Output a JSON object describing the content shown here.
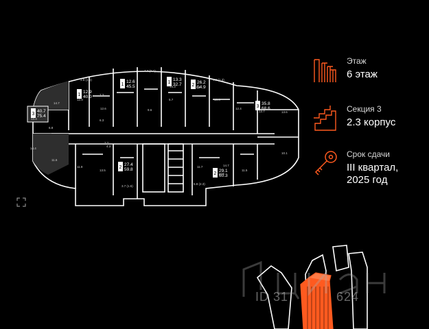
{
  "accent_color": "#ff5a1f",
  "info": {
    "floor": {
      "icon": "floor-icon",
      "label": "Этаж",
      "value": "6 этаж"
    },
    "section": {
      "icon": "section-icon",
      "label": "Секция 3",
      "value": "2.3 корпус"
    },
    "deadline": {
      "icon": "key-icon",
      "label": "Срок сдачи",
      "value_line1": "III квартал,",
      "value_line2": "2025 год"
    }
  },
  "plan": {
    "apartments": [
      {
        "rooms": "1",
        "living": "12.6",
        "total": "45.5"
      },
      {
        "rooms": "1",
        "living": "13.3",
        "total": "32.7"
      },
      {
        "rooms": "2",
        "living": "26.2",
        "total": "54.9"
      },
      {
        "rooms": "1",
        "living": "12.9",
        "total": "40.0"
      },
      {
        "rooms": "3",
        "living": "35.8",
        "total": "68.6"
      },
      {
        "rooms": "3",
        "living": "40.7",
        "total": "75.4"
      },
      {
        "rooms": "2",
        "living": "27.4",
        "total": "59.8"
      },
      {
        "rooms": "2",
        "living": "29.1",
        "total": "60.3"
      }
    ],
    "room_labels": [
      "14.7",
      "13.4",
      "6.8",
      "14.4",
      "11.6",
      "12.9",
      "7.3",
      "12.6",
      "6.3",
      "9.6",
      "13.3",
      "15.6",
      "5.7",
      "3.2",
      "4.3",
      "10.6",
      "12.4",
      "13.7",
      "13.6",
      "11.5",
      "10.1",
      "11.9",
      "13.5",
      "4.3 (2.1)",
      "3.5 (1.6)",
      "5.8 (1.3)",
      "3.7 (1.5)",
      "5.8 (2.3)",
      "14.7",
      "14.6",
      "11.7"
    ]
  },
  "watermark": {
    "text": "ID 31",
    "text2": "624"
  }
}
